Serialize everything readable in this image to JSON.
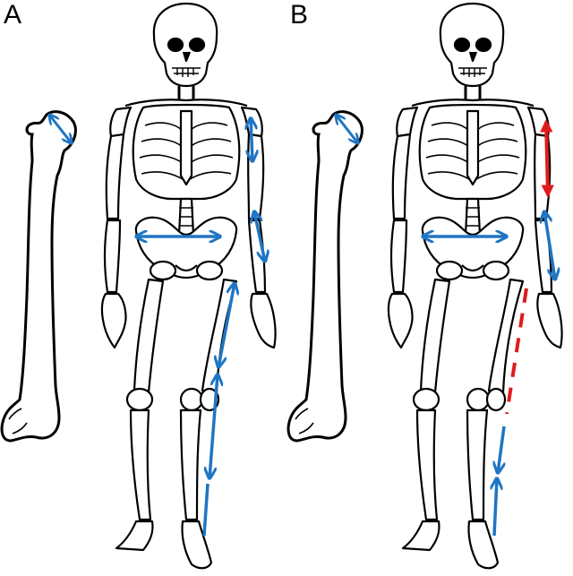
{
  "panels": [
    {
      "label": "A"
    },
    {
      "label": "B"
    }
  ],
  "colors": {
    "measurement_blue": "#1f75c4",
    "estimate_red": "#e01b1b",
    "bone_outline": "#000000"
  },
  "icons": [
    "femur-bone",
    "skeleton-figure",
    "double-arrow",
    "dashed-estimate-line"
  ]
}
